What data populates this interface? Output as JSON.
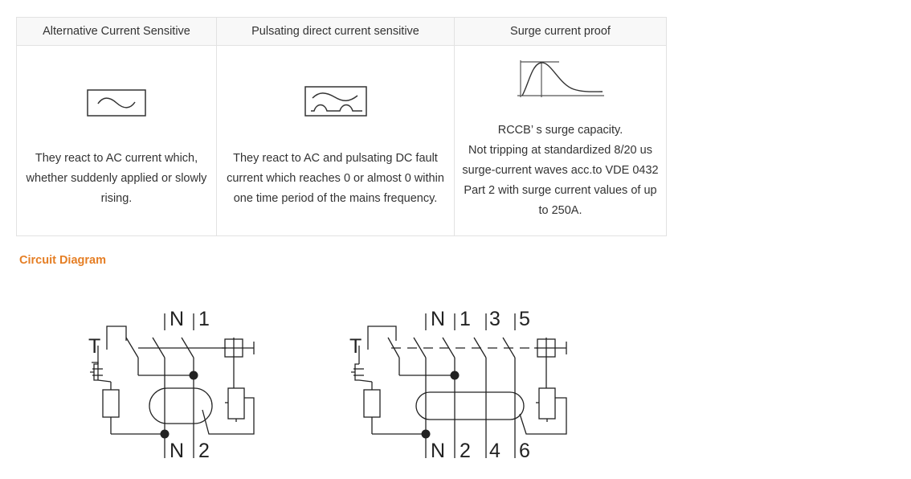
{
  "table": {
    "headers": [
      "Alternative Current Sensitive",
      "Pulsating direct current sensitive",
      "Surge current proof"
    ],
    "cells": [
      {
        "icon": "ac-sine-wave-icon",
        "lines": [
          "They react to AC current which,",
          "whether suddenly applied or slowly",
          "rising."
        ]
      },
      {
        "icon": "pulsating-dc-wave-icon",
        "lines": [
          "They react to AC and pulsating DC fault",
          "current which reaches 0 or almost 0 within",
          "one time period of the mains frequency."
        ]
      },
      {
        "icon": "surge-curve-icon",
        "lines": [
          "RCCB’ s surge capacity.",
          "Not tripping at standardized 8/20 us",
          "surge-current waves acc.to VDE 0432",
          "Part 2 with surge current values of up",
          "to 250A."
        ]
      }
    ]
  },
  "section": {
    "title": "Circuit Diagram"
  },
  "diagrams": [
    {
      "test_label": "T",
      "top_labels": [
        "N",
        "1"
      ],
      "bottom_labels": [
        "N",
        "2"
      ]
    },
    {
      "test_label": "T",
      "top_labels": [
        "N",
        "1",
        "3",
        "5"
      ],
      "bottom_labels": [
        "N",
        "2",
        "4",
        "6"
      ]
    }
  ],
  "colors": {
    "accent": "#e57e24",
    "border": "#e2e2e2",
    "header_bg": "#f8f8f8",
    "text": "#333333"
  }
}
